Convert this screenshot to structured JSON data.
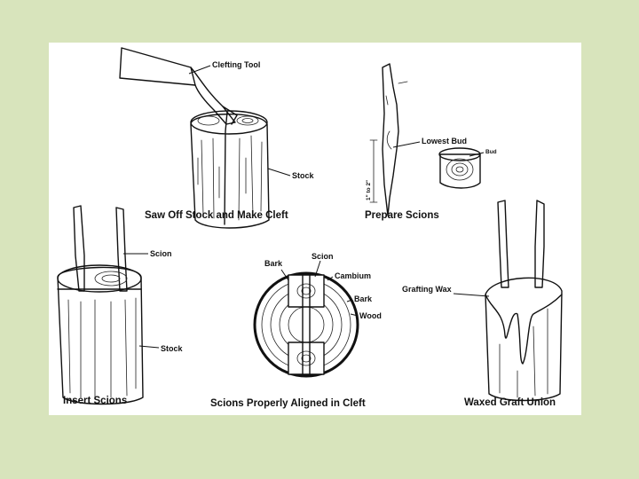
{
  "diagram": {
    "captions": {
      "saw_off": "Saw Off Stock and Make Cleft",
      "prepare": "Prepare Scions",
      "insert": "Insert Scions",
      "aligned": "Scions Properly Aligned in Cleft",
      "waxed": "Waxed Graft Union"
    },
    "labels": {
      "clefting_tool": "Clefting Tool",
      "stock_top": "Stock",
      "lowest_bud": "Lowest Bud",
      "bud": "Bud",
      "measure": "1\" to 2\"",
      "scion_left": "Scion",
      "stock_left": "Stock",
      "bark_a": "Bark",
      "scion_center": "Scion",
      "cambium": "Cambium",
      "bark_b": "Bark",
      "wood": "Wood",
      "grafting_wax": "Grafting Wax"
    }
  },
  "colors": {
    "background": "#d8e4bc",
    "panel": "#ffffff",
    "ink": "#111111"
  }
}
